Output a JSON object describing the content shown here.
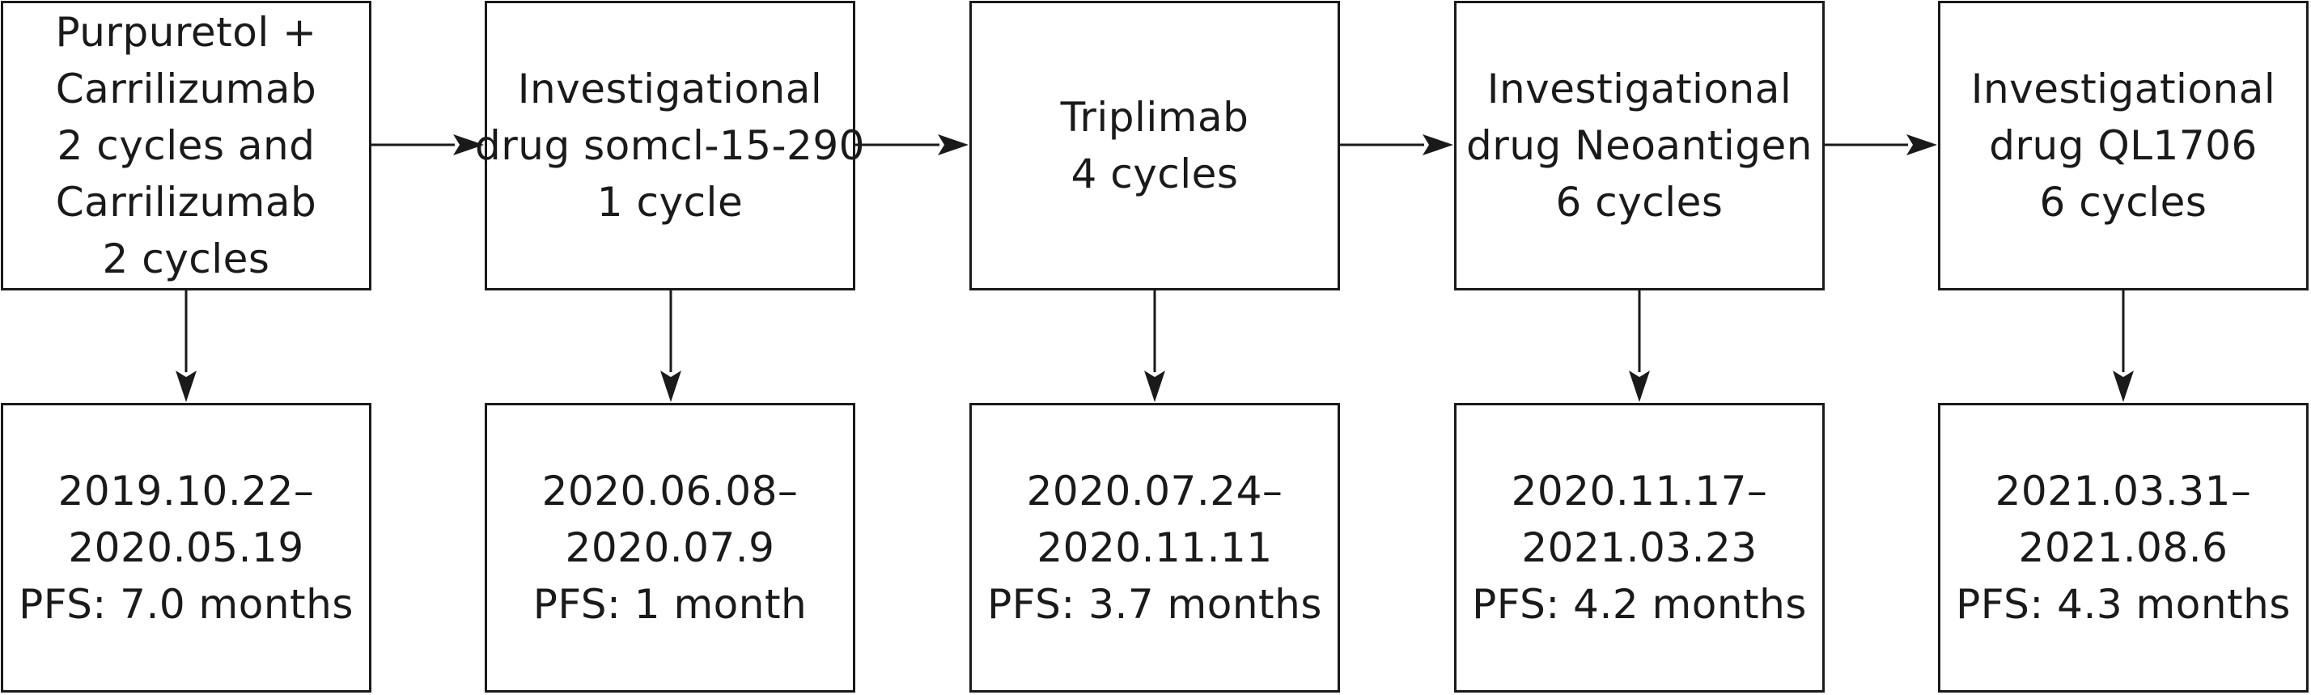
{
  "steps": [
    {
      "treatment": [
        "Purpuretol +",
        "Carrilizumab",
        "2 cycles and",
        "Carrilizumab",
        "2 cycles"
      ],
      "outcome": [
        "2019.10.22–",
        "2020.05.19",
        "PFS: 7.0 months"
      ]
    },
    {
      "treatment": [
        "Investigational",
        "drug somcl-15-290",
        "1 cycle"
      ],
      "outcome": [
        "2020.06.08–",
        "2020.07.9",
        "PFS: 1 month"
      ]
    },
    {
      "treatment": [
        "Triplimab",
        "4 cycles"
      ],
      "outcome": [
        "2020.07.24–",
        "2020.11.11",
        "PFS: 3.7 months"
      ]
    },
    {
      "treatment": [
        "Investigational",
        "drug Neoantigen",
        "6 cycles"
      ],
      "outcome": [
        "2020.11.17–",
        "2021.03.23",
        "PFS: 4.2 months"
      ]
    },
    {
      "treatment": [
        "Investigational",
        "drug QL1706",
        "6 cycles"
      ],
      "outcome": [
        "2021.03.31–",
        "2021.08.6",
        "PFS: 4.3 months"
      ]
    }
  ]
}
